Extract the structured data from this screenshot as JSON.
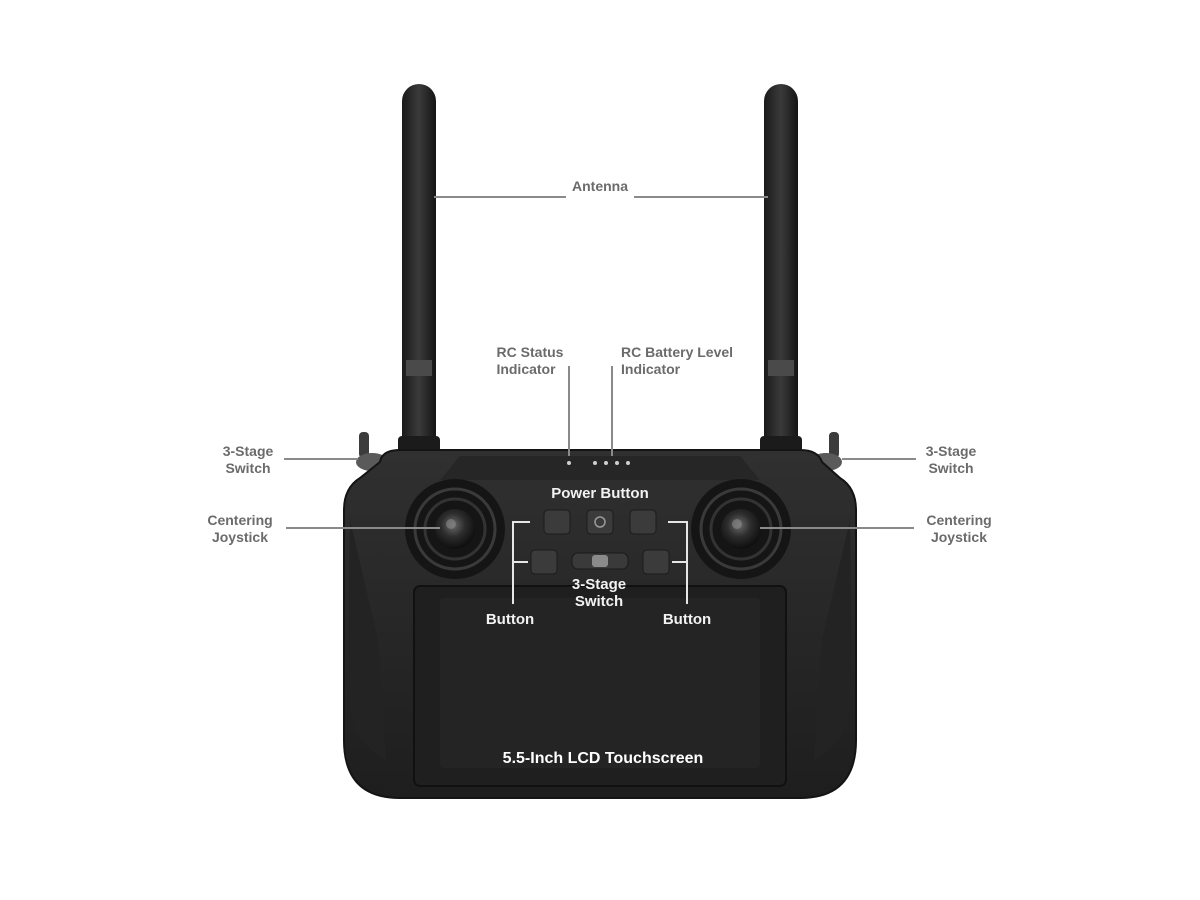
{
  "diagram": {
    "labels": {
      "antenna": "Antenna",
      "rc_status_line1": "RC Status",
      "rc_status_line2": "Indicator",
      "rc_battery_line1": "RC Battery Level",
      "rc_battery_line2": "Indicator",
      "left_switch_line1": "3-Stage",
      "left_switch_line2": "Switch",
      "right_switch_line1": "3-Stage",
      "right_switch_line2": "Switch",
      "left_joystick_line1": "Centering",
      "left_joystick_line2": "Joystick",
      "right_joystick_line1": "Centering",
      "right_joystick_line2": "Joystick",
      "power_button": "Power Button",
      "center_switch_line1": "3-Stage",
      "center_switch_line2": "Switch",
      "left_button": "Button",
      "right_button": "Button",
      "screen": "5.5-Inch LCD Touchscreen"
    },
    "colors": {
      "body": "#2b2b2b",
      "body_edge": "#1a1a1a",
      "screen": "#1f1f1f",
      "label_on_white": "#6b6b6b",
      "label_on_device": "#f2f2f2"
    }
  }
}
